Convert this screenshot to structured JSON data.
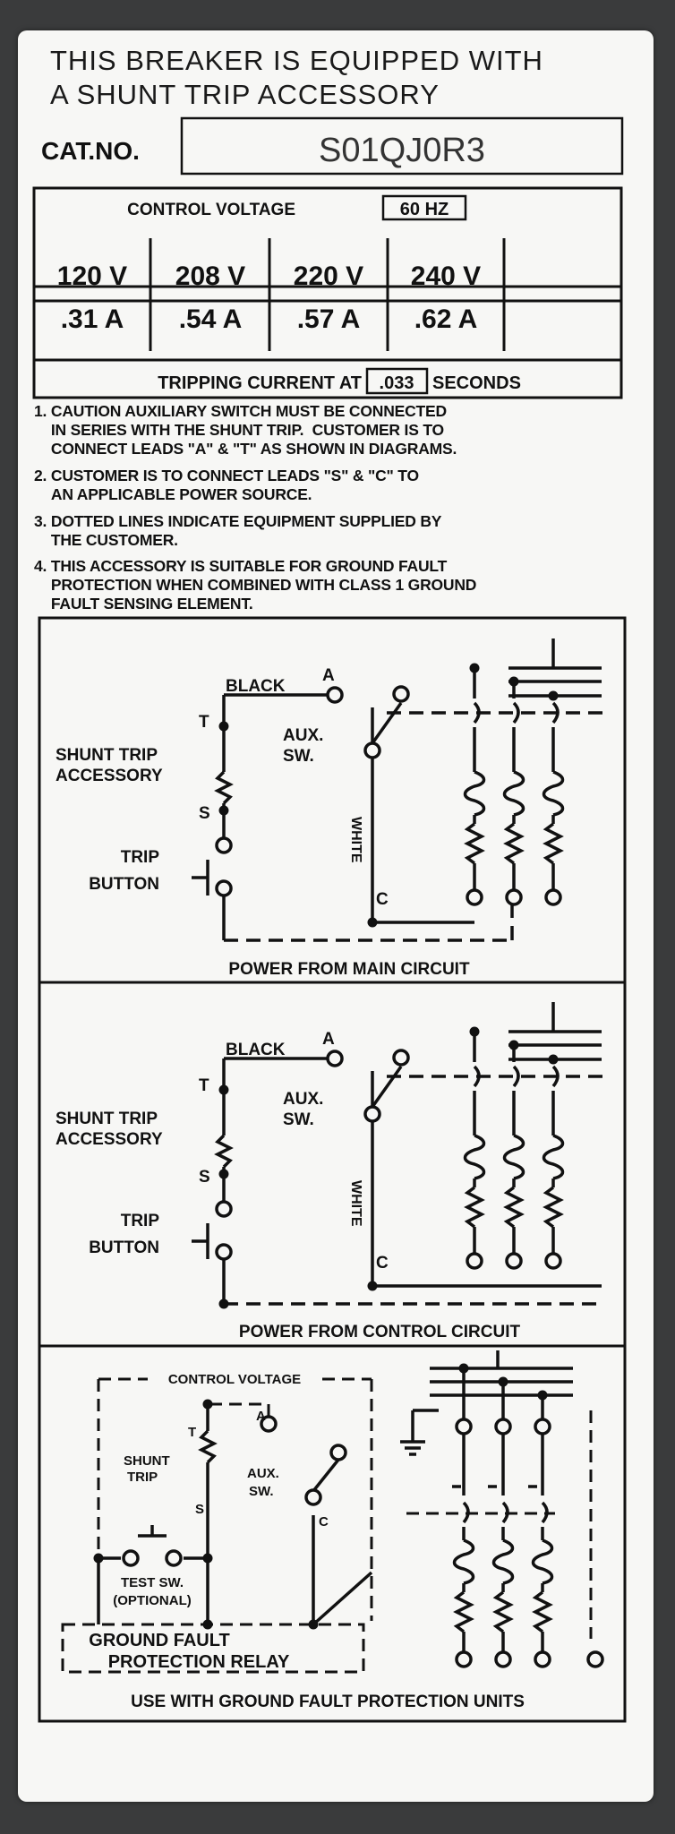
{
  "header": {
    "line1": "THIS BREAKER IS EQUIPPED WITH",
    "line2": "A SHUNT TRIP ACCESSORY",
    "cat_label": "CAT.NO.",
    "cat_value": "S01QJ0R3"
  },
  "table": {
    "control_label": "CONTROL VOLTAGE",
    "frequency": "60 HZ",
    "voltages": [
      "120 V",
      "208 V",
      "220 V",
      "240 V"
    ],
    "currents": [
      ".31 A",
      ".54 A",
      ".57 A",
      ".62 A"
    ],
    "tripping_label": "TRIPPING CURRENT AT",
    "tripping_value": ".033",
    "tripping_unit": "SECONDS"
  },
  "notes": [
    {
      "num": "1.",
      "text": "CAUTION AUXILIARY SWITCH MUST BE CONNECTED\nIN SERIES WITH THE SHUNT TRIP.  CUSTOMER IS TO\nCONNECT LEADS \"A\" & \"T\" AS SHOWN IN DIAGRAMS."
    },
    {
      "num": "2.",
      "text": "CUSTOMER IS TO CONNECT LEADS \"S\" & \"C\" TO\nAN APPLICABLE POWER SOURCE."
    },
    {
      "num": "3.",
      "text": "DOTTED LINES INDICATE EQUIPMENT SUPPLIED BY\nTHE CUSTOMER."
    },
    {
      "num": "4.",
      "text": "THIS ACCESSORY IS SUITABLE FOR GROUND FAULT\nPROTECTION WHEN COMBINED WITH CLASS 1 GROUND\nFAULT SENSING ELEMENT."
    }
  ],
  "diagram_labels": {
    "black": "BLACK",
    "a": "A",
    "t": "T",
    "s": "S",
    "c": "C",
    "aux_1": "AUX.",
    "aux_2": "SW.",
    "shunt_1": "SHUNT TRIP",
    "shunt_2": "ACCESSORY",
    "trip_1": "TRIP",
    "trip_2": "BUTTON",
    "white": "WHITE"
  },
  "diagrams": [
    {
      "caption": "POWER FROM MAIN CIRCUIT"
    },
    {
      "caption": "POWER FROM CONTROL CIRCUIT"
    }
  ],
  "diagram3": {
    "control_voltage": "CONTROL VOLTAGE",
    "shunt_1": "SHUNT",
    "shunt_2": "TRIP",
    "aux_1": "AUX.",
    "aux_2": "SW.",
    "t": "T",
    "a": "A",
    "s": "S",
    "c": "C",
    "test_1": "TEST SW.",
    "test_2": "(OPTIONAL)",
    "relay_1": "GROUND FAULT",
    "relay_2": "PROTECTION RELAY",
    "caption": "USE WITH GROUND FAULT PROTECTION UNITS"
  },
  "colors": {
    "label": "#f7f7f5",
    "ink": "#111111",
    "background": "#3a3b3c"
  }
}
